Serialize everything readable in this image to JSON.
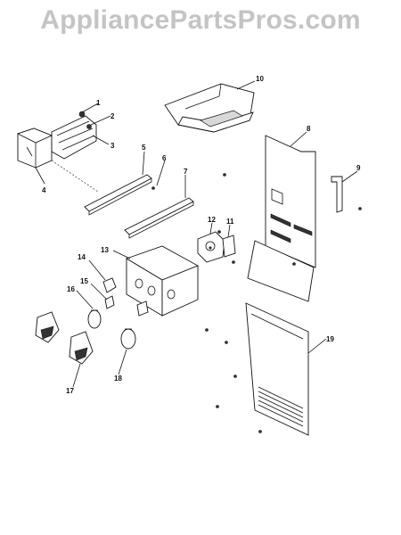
{
  "watermark": "AppliancePartsPros.com",
  "callouts": {
    "c1": "1",
    "c2": "2",
    "c3": "3",
    "c4": "4",
    "c5": "5",
    "c6": "6",
    "c7": "7",
    "c8": "8",
    "c9": "9",
    "c10": "10",
    "c11": "11",
    "c12": "12",
    "c13": "13",
    "c14": "14",
    "c15": "15",
    "c16": "16",
    "c17": "17",
    "c18": "18",
    "c19": "19"
  }
}
